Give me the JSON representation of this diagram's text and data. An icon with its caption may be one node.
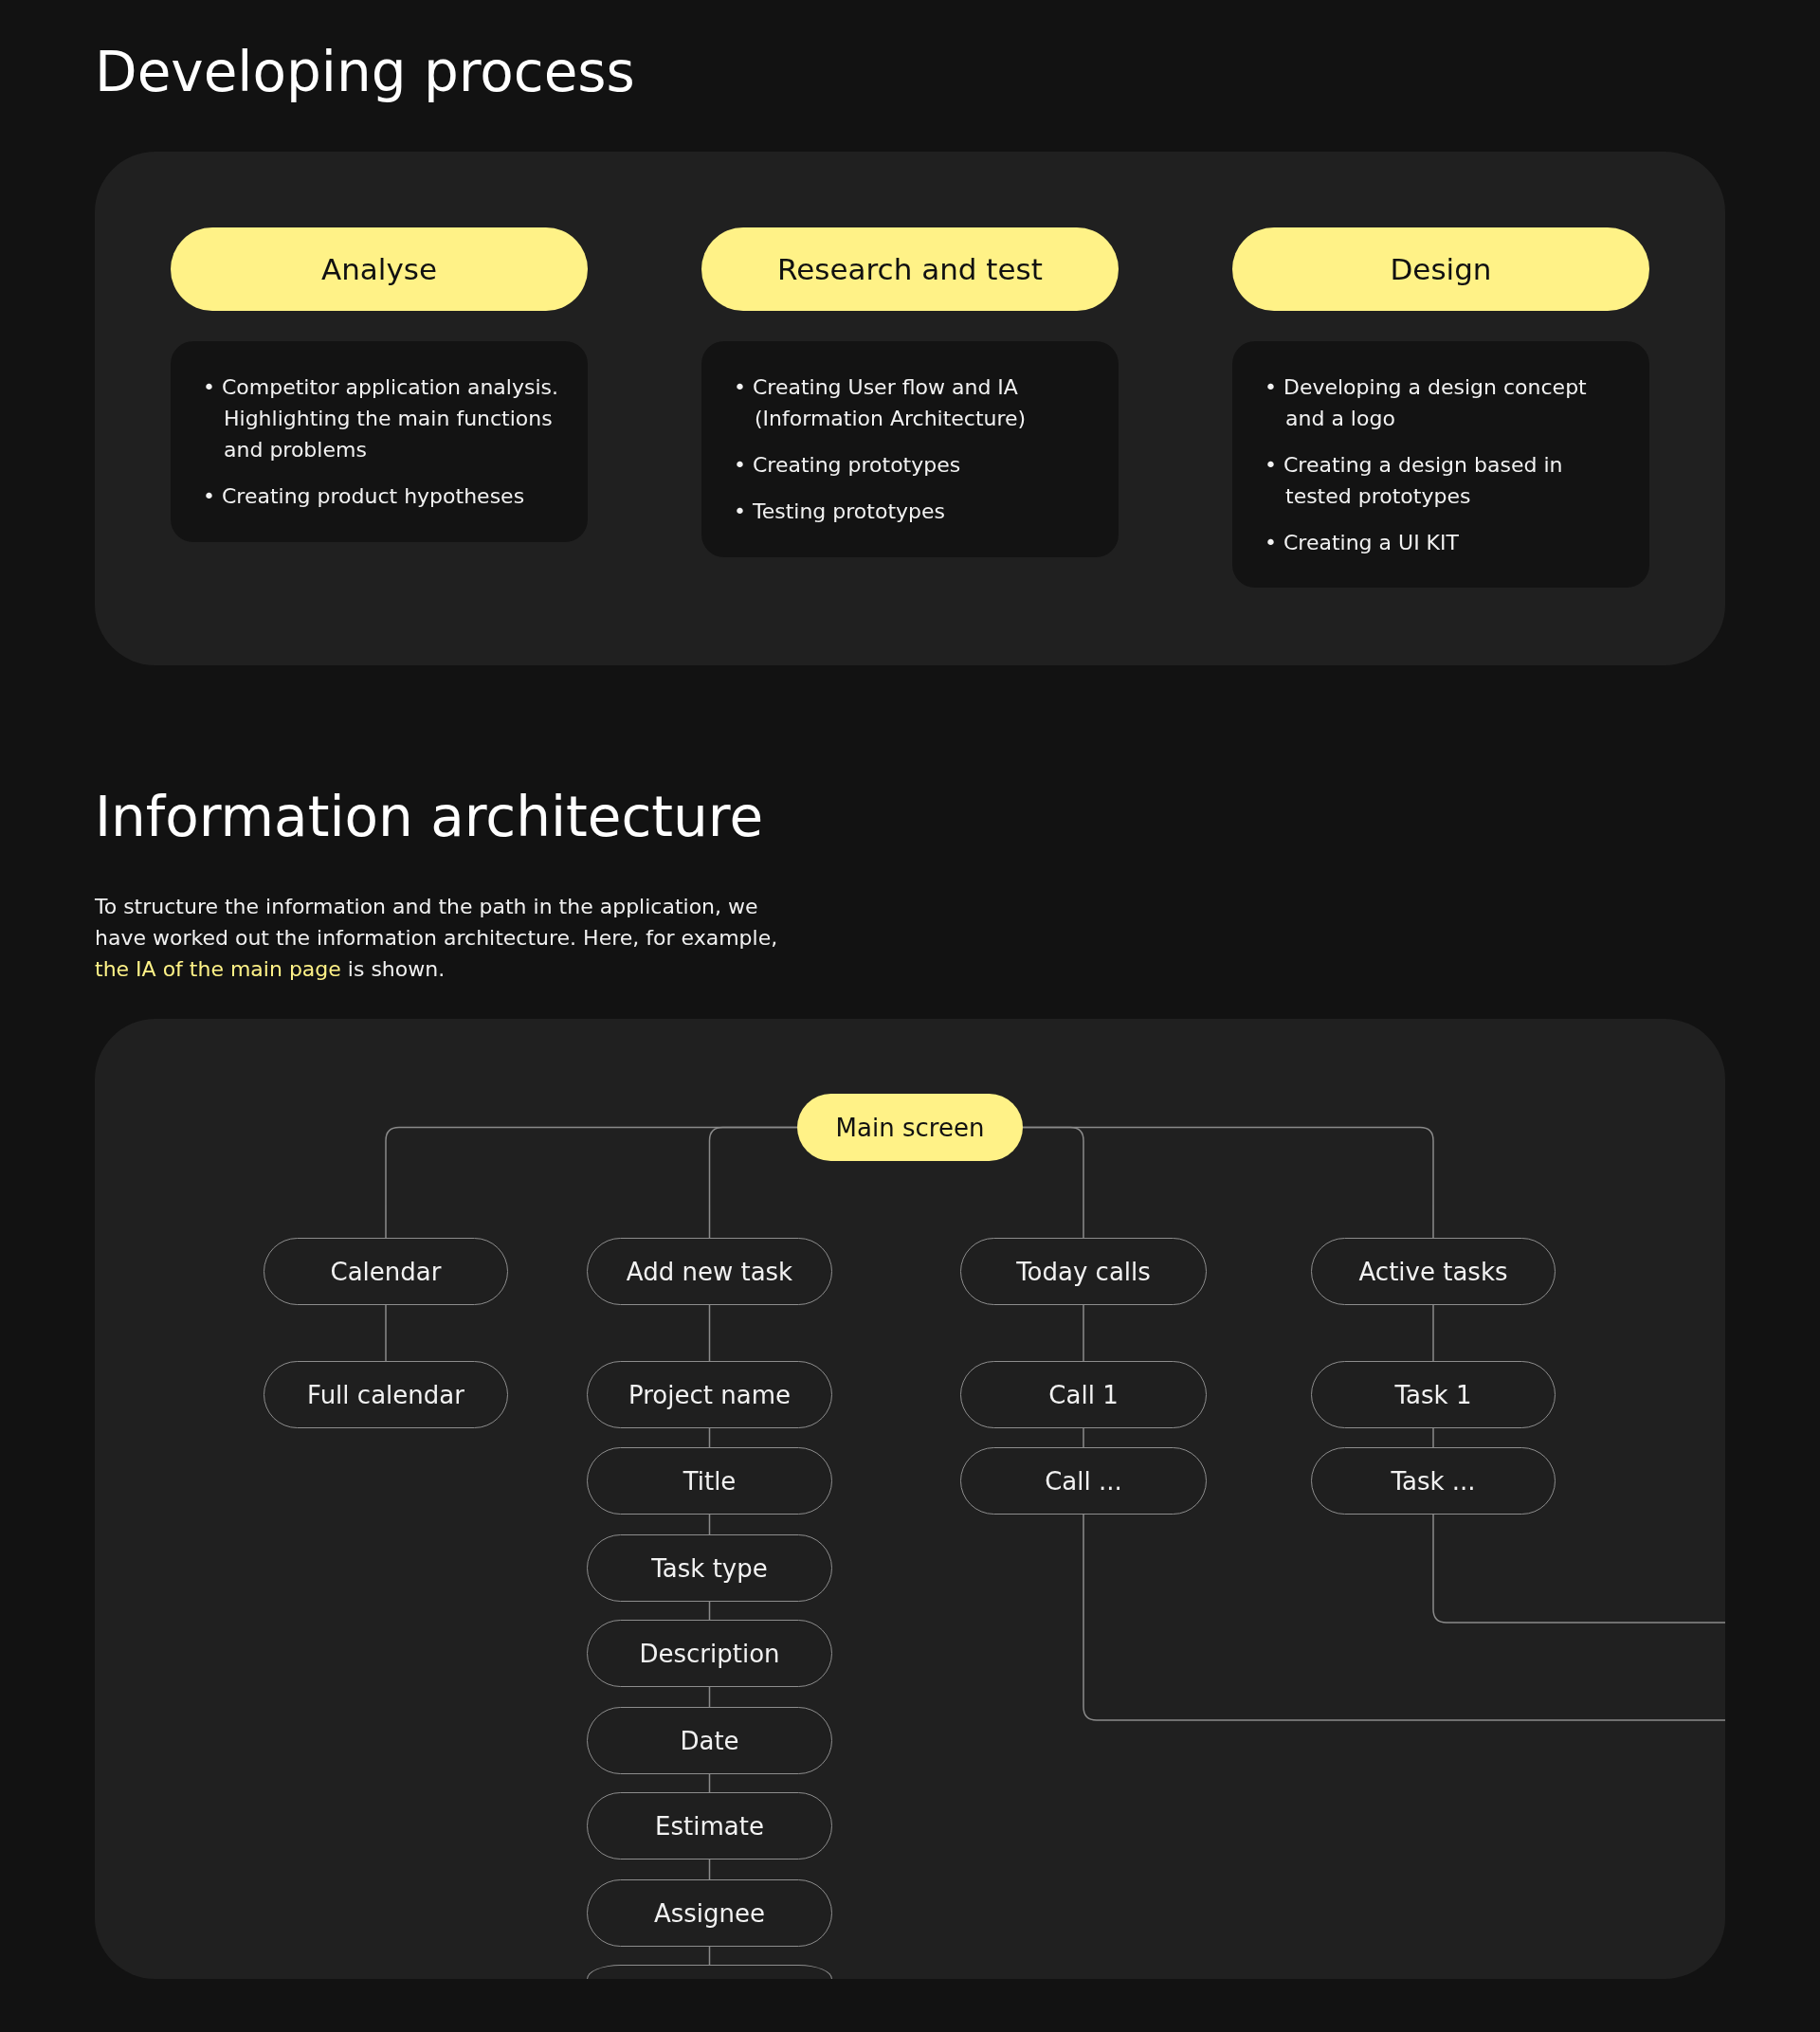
{
  "diagram": {
    "title": "Developing process",
    "nodes": [
      {
        "text": [],
        "shape": "box"
      },
      {
        "text": [
          "Analyse"
        ],
        "in": 0
      },
      {
        "text": [
          "• Competitor application analysis. Highlighting the main functions and problems",
          "• Creating product hypotheses"
        ],
        "in": 0
      },
      {
        "text": [
          "Research and test"
        ],
        "in": 0
      },
      {
        "text": [
          "• Creating User flow and IA (Information Architecture)",
          "• Creating prototypes",
          "• Testing prototypes"
        ],
        "in": 0
      },
      {
        "text": [
          "Design"
        ],
        "in": 0
      },
      {
        "text": [
          "• Developing a design concept and a logo",
          "• Creating a design based in tested prototypes",
          "• Creating a UI KIT"
        ],
        "in": 0
      },
      {
        "text": [],
        "shape": "box"
      },
      {
        "text": [
          "Main screen"
        ],
        "in": 7
      },
      {
        "text": [
          "Calendar"
        ],
        "in": 7
      },
      {
        "text": [
          "Add new task"
        ],
        "in": 7
      },
      {
        "text": [
          "Today calls"
        ],
        "in": 7
      },
      {
        "text": [
          "Active tasks"
        ],
        "in": 7
      },
      {
        "text": [
          "Full calendar"
        ],
        "in": 7
      },
      {
        "text": [
          "Project name"
        ],
        "in": 7
      },
      {
        "text": [
          "Call 1"
        ],
        "in": 7
      },
      {
        "text": [
          "Task 1"
        ],
        "in": 7
      },
      {
        "text": [
          "Title"
        ],
        "in": 7
      },
      {
        "text": [
          "Call ..."
        ],
        "in": 7
      },
      {
        "text": [
          "Task ..."
        ],
        "in": 7
      },
      {
        "text": [
          "Task type"
        ],
        "in": 7
      },
      {
        "text": [
          "Description"
        ],
        "in": 7
      },
      {
        "text": [
          "Date"
        ],
        "in": 7
      },
      {
        "text": [
          "Estimate"
        ],
        "in": 7
      },
      {
        "text": [
          "Assignee"
        ],
        "in": 7
      },
      {
        "text": [],
        "shape": "box",
        "in": 7
      }
    ],
    "edges": [
      {
        "from": 8,
        "to": 9,
        "arrow": "none"
      },
      {
        "from": 8,
        "to": 10,
        "arrow": "none"
      },
      {
        "from": 8,
        "to": 11,
        "arrow": "none"
      },
      {
        "from": 8,
        "to": 12,
        "arrow": "none"
      },
      {
        "from": 9,
        "to": 13,
        "arrow": "none"
      },
      {
        "from": 10,
        "to": 14,
        "arrow": "none"
      },
      {
        "from": 14,
        "to": 17,
        "arrow": "none"
      },
      {
        "from": 17,
        "to": 20,
        "arrow": "none"
      },
      {
        "from": 20,
        "to": 21,
        "arrow": "none"
      },
      {
        "from": 21,
        "to": 22,
        "arrow": "none"
      },
      {
        "from": 22,
        "to": 23,
        "arrow": "none"
      },
      {
        "from": 23,
        "to": 24,
        "arrow": "none"
      },
      {
        "from": 24,
        "to": 25,
        "arrow": "none"
      },
      {
        "from": 11,
        "to": 15,
        "arrow": "none"
      },
      {
        "from": 15,
        "to": 18,
        "arrow": "none"
      },
      {
        "from": 12,
        "to": 16,
        "arrow": "none"
      },
      {
        "from": 16,
        "to": 19,
        "arrow": "none"
      },
      {
        "from": 18,
        "to": null,
        "arrow": "none"
      },
      {
        "from": 19,
        "to": null,
        "arrow": "none"
      }
    ],
    "labels": [
      "Information architecture",
      "To structure the information and the path in the application, we have worked out the information architecture. Here, for example,",
      "the IA of the main page",
      "is shown."
    ]
  }
}
